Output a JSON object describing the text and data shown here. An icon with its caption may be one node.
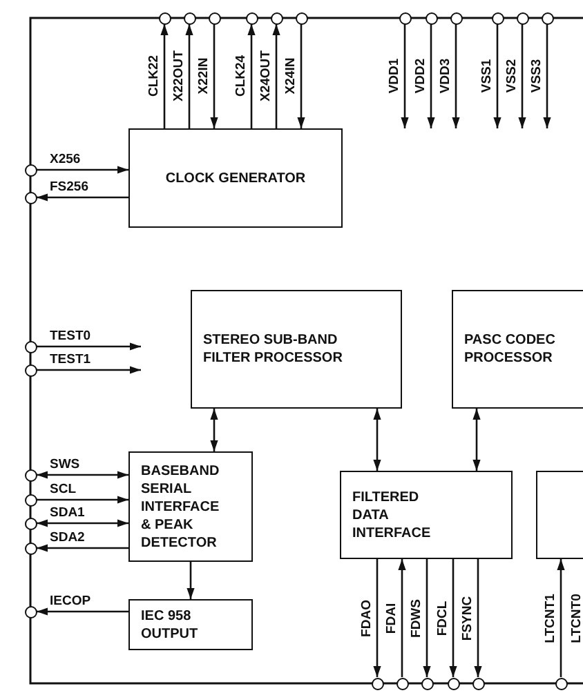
{
  "diagram": {
    "nodes": [
      {
        "text": [
          "CLOCK GENERATOR"
        ]
      },
      {
        "text": [
          "STEREO SUB-BAND FILTER PROCESSOR"
        ]
      },
      {
        "text": [
          "PASC CODEC PROCESSOR"
        ]
      },
      {
        "text": [
          "BASEBAND SERIAL INTERFACE & PEAK DETECTOR"
        ]
      },
      {
        "text": [
          "FILTERED DATA INTERFACE"
        ]
      },
      {
        "text": [
          "IEC 958 OUTPUT"
        ]
      },
      {
        "text": [],
        "shape": "box"
      },
      {
        "text": [],
        "shape": "circle"
      },
      {
        "text": [],
        "shape": "circle"
      },
      {
        "text": [],
        "shape": "circle"
      },
      {
        "text": [],
        "shape": "circle"
      },
      {
        "text": [],
        "shape": "circle"
      },
      {
        "text": [],
        "shape": "circle"
      },
      {
        "text": [],
        "shape": "circle"
      },
      {
        "text": [],
        "shape": "circle"
      },
      {
        "text": [],
        "shape": "circle"
      },
      {
        "text": [],
        "shape": "circle"
      },
      {
        "text": [],
        "shape": "circle"
      },
      {
        "text": [],
        "shape": "circle"
      },
      {
        "text": [],
        "shape": "circle"
      },
      {
        "text": [],
        "shape": "circle"
      },
      {
        "text": [],
        "shape": "circle"
      },
      {
        "text": [],
        "shape": "circle"
      },
      {
        "text": [],
        "shape": "circle"
      },
      {
        "text": [],
        "shape": "circle"
      },
      {
        "text": [],
        "shape": "circle"
      },
      {
        "text": [],
        "shape": "circle"
      },
      {
        "text": [],
        "shape": "circle"
      },
      {
        "text": [],
        "shape": "circle"
      },
      {
        "text": [],
        "shape": "circle"
      },
      {
        "text": [],
        "shape": "circle"
      },
      {
        "text": [],
        "shape": "circle"
      },
      {
        "text": [],
        "shape": "circle"
      },
      {
        "text": [],
        "shape": "circle"
      }
    ],
    "edges": [
      {
        "from": 0,
        "to": 7,
        "arrow": "to",
        "label": "CLK22"
      },
      {
        "from": 0,
        "to": 8,
        "arrow": "to",
        "label": "X22OUT"
      },
      {
        "from": 9,
        "to": 0,
        "arrow": "to",
        "label": "X22IN"
      },
      {
        "from": 0,
        "to": 10,
        "arrow": "to",
        "label": "CLK24"
      },
      {
        "from": 0,
        "to": 11,
        "arrow": "to",
        "label": "X24OUT"
      },
      {
        "from": 12,
        "to": 0,
        "arrow": "to",
        "label": "X24IN"
      },
      {
        "from": 13,
        "to": null,
        "arrow": "to",
        "label": "VDD1"
      },
      {
        "from": 14,
        "to": null,
        "arrow": "to",
        "label": "VDD2"
      },
      {
        "from": 15,
        "to": null,
        "arrow": "to",
        "label": "VDD3"
      },
      {
        "from": 16,
        "to": null,
        "arrow": "to",
        "label": "VSS1"
      },
      {
        "from": 17,
        "to": null,
        "arrow": "to",
        "label": "VSS2"
      },
      {
        "from": 18,
        "to": null,
        "arrow": "to",
        "label": "VSS3"
      },
      {
        "from": 19,
        "to": 0,
        "arrow": "to",
        "label": "X256"
      },
      {
        "from": 0,
        "to": 20,
        "arrow": "to",
        "label": "FS256"
      },
      {
        "from": 21,
        "to": null,
        "arrow": "to",
        "label": "TEST0"
      },
      {
        "from": 22,
        "to": null,
        "arrow": "to",
        "label": "TEST1"
      },
      {
        "from": 23,
        "to": 3,
        "arrow": "both",
        "label": "SWS"
      },
      {
        "from": 24,
        "to": 3,
        "arrow": "to",
        "label": "SCL"
      },
      {
        "from": 25,
        "to": 3,
        "arrow": "both",
        "label": "SDA1"
      },
      {
        "from": 3,
        "to": 26,
        "arrow": "to",
        "label": "SDA2"
      },
      {
        "from": 5,
        "to": 27,
        "arrow": "to",
        "label": "IECOP"
      },
      {
        "from": 4,
        "to": 28,
        "arrow": "to",
        "label": "FDAO"
      },
      {
        "from": 29,
        "to": 4,
        "arrow": "to",
        "label": "FDAI"
      },
      {
        "from": 4,
        "to": 30,
        "arrow": "to",
        "label": "FDWS"
      },
      {
        "from": 4,
        "to": 31,
        "arrow": "to",
        "label": "FDCL"
      },
      {
        "from": 4,
        "to": 32,
        "arrow": "to",
        "label": "FSYNC"
      },
      {
        "from": 33,
        "to": 6,
        "arrow": "to",
        "label": "LTCNT1"
      },
      {
        "from": 1,
        "to": 3,
        "arrow": "both"
      },
      {
        "from": 1,
        "to": 4,
        "arrow": "both"
      },
      {
        "from": 2,
        "to": 4,
        "arrow": "both"
      },
      {
        "from": 3,
        "to": 5,
        "arrow": "to"
      }
    ],
    "labels": [
      "LTCNT0"
    ]
  }
}
